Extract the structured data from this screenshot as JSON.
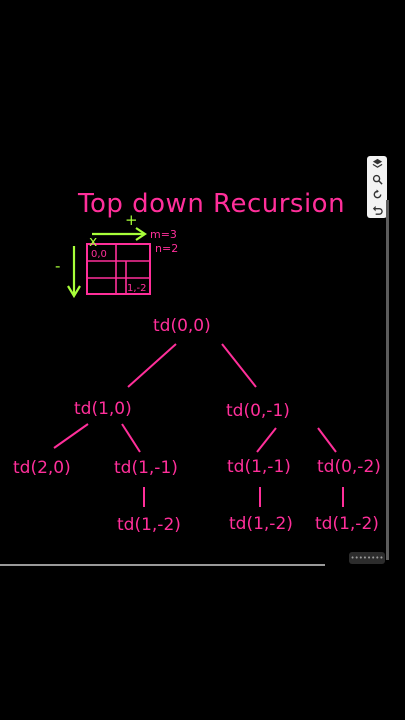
{
  "title": "Top down Recursion",
  "dims": {
    "m": "m=3",
    "n": "n=2"
  },
  "marks": {
    "plus": "+",
    "minus": "-",
    "x": "x"
  },
  "grid": {
    "start_cell": "0,0",
    "end_cell": "1,-2"
  },
  "tree": {
    "root": "td(0,0)",
    "level1": [
      "td(1,0)",
      "td(0,-1)"
    ],
    "level2": [
      "td(2,0)",
      "td(1,-1)",
      "td(1,-1)",
      "td(0,-2)"
    ],
    "level3": [
      "td(1,-2)",
      "td(1,-2)",
      "td(1,-2)"
    ]
  },
  "colors": {
    "ink": "#ff2f9a",
    "accent": "#a8ff3a",
    "background": "#000000"
  },
  "toolbar": {
    "icons": [
      "layers-icon",
      "search-icon",
      "redo-icon",
      "undo-icon"
    ]
  },
  "player": {
    "pill_label": "••••••••"
  }
}
